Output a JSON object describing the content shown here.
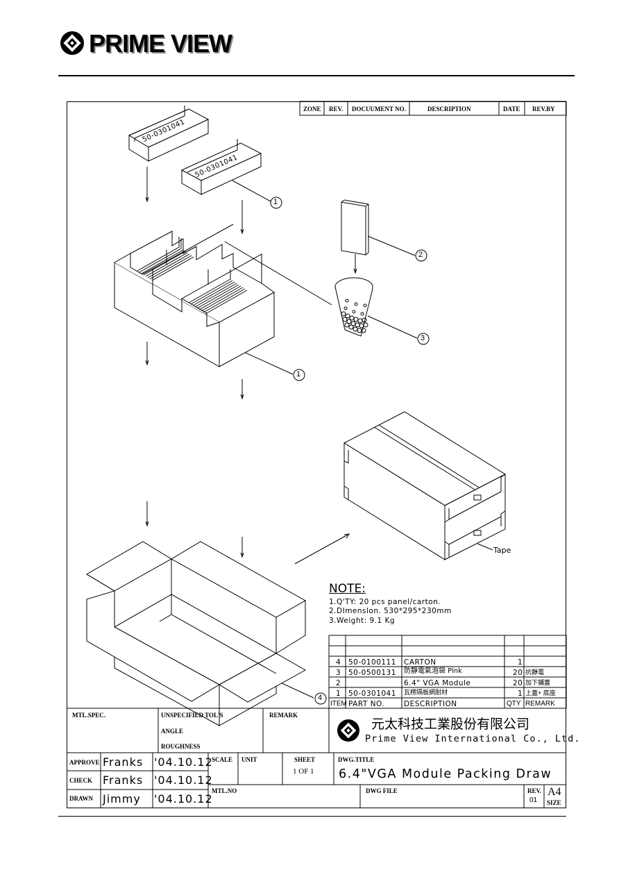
{
  "header": {
    "brand": "PRIME VIEW"
  },
  "revision_table": {
    "zone": "ZONE",
    "rev": "REV.",
    "document_no": "DOCUUMENT NO.",
    "description": "DESCRIPTION",
    "date": "DATE",
    "rev_by": "REV.BY"
  },
  "callouts": {
    "one": "1",
    "two": "2",
    "three": "3",
    "four": "4"
  },
  "parts_labels": {
    "rail_part_no": "50-0301041",
    "tape": "Tape"
  },
  "note": {
    "title": "NOTE:",
    "line1": "1.Q'TY:  20  pcs  panel/carton.",
    "line2": "2.DImenslon. 530*295*230mm",
    "line3": "3.Weight:    9.1  Kg"
  },
  "bom": {
    "header": {
      "item": "ITEM",
      "part_no": "PART  NO.",
      "description": "DESCRIPTION",
      "qty": "QTY",
      "remark": "REMARK"
    },
    "rows": [
      {
        "item": "4",
        "part_no": "50-0100111",
        "description": "CARTON",
        "qty": "1",
        "remark": ""
      },
      {
        "item": "3",
        "part_no": "50-0500131",
        "description": "防靜電氣泡袋  Pink",
        "qty": "20",
        "remark": "抗靜電"
      },
      {
        "item": "2",
        "part_no": "",
        "description": "6.4\"  VGA  Module",
        "qty": "20",
        "remark": "加下鋪蓋"
      },
      {
        "item": "1",
        "part_no": "50-0301041",
        "description": "瓦楞隔板網耐材",
        "qty": "1",
        "remark": "上蓋+ 底座"
      }
    ]
  },
  "title_block": {
    "mtl_spec": "MTL.SPEC.",
    "unspecified_tols": "UNSPECIFIED  TOL'S",
    "angle": "ANGLE",
    "roughness": "ROUGHNESS",
    "remark": "REMARK",
    "company_cn": "元太科技工業股份有限公司",
    "company_en": "Prime  View  International  Co.,  Ltd.",
    "approve_label": "APPROVE",
    "approve_name": "Franks",
    "approve_date": "'04.10.12",
    "check_label": "CHECK",
    "check_name": "Franks",
    "check_date": "'04.10.12",
    "drawn_label": "DRAWN",
    "drawn_name": "Jimmy",
    "drawn_date": "'04.10.12",
    "scale_label": "SCALE",
    "unit_label": "UNIT",
    "sheet_label": "SHEET",
    "sheet_value": "1 OF 1",
    "dwg_title_label": "DWG.TITLE",
    "dwg_title": "6.4\"VGA  Module  Packing  Draw",
    "mtl_no_label": "MTL.NO",
    "dwg_file_label": "DWG  FILE",
    "rev_label": "REV.",
    "rev_value": "01",
    "size_value": "A4",
    "size_label": "SIZE"
  }
}
